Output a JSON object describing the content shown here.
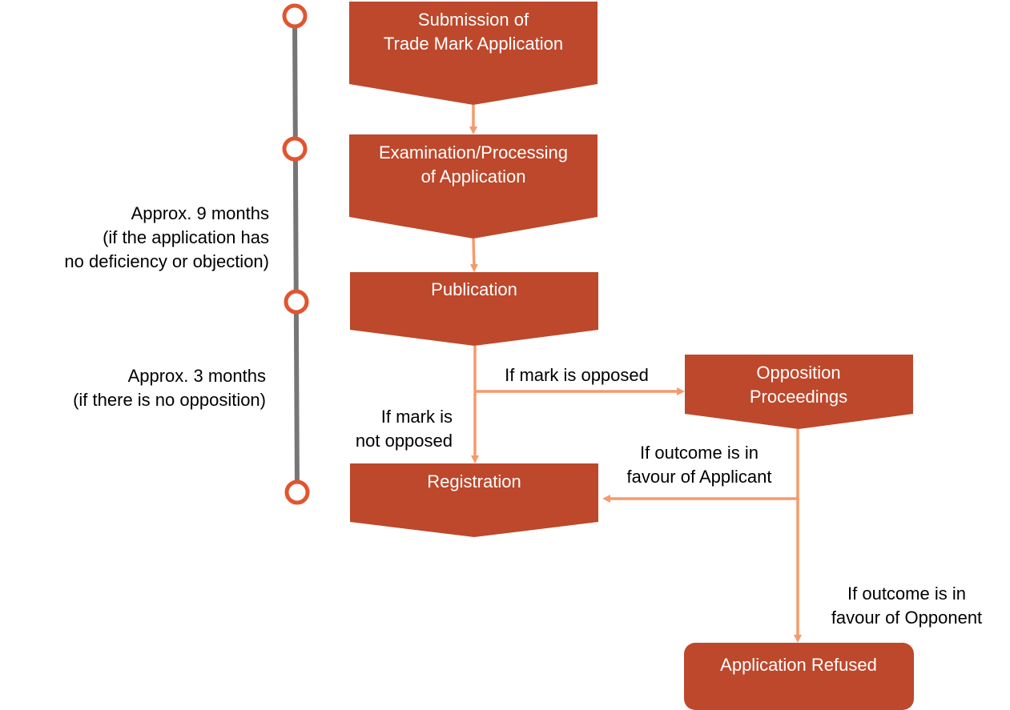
{
  "colors": {
    "box_fill": "#bd482c",
    "arrow": "#f59a6b",
    "timeline_line": "#767676",
    "timeline_node": "#e0552f"
  },
  "steps": {
    "submission": {
      "line1": "Submission of",
      "line2": "Trade Mark Application"
    },
    "examination": {
      "line1": "Examination/Processing",
      "line2": "of Application"
    },
    "publication": {
      "line1": "Publication"
    },
    "registration": {
      "line1": "Registration"
    },
    "opposition": {
      "line1": "Opposition",
      "line2": "Proceedings"
    },
    "refused": {
      "line1": "Application Refused"
    }
  },
  "timeline": {
    "segment1": {
      "line1": "Approx. 9 months",
      "line2": "(if the application has",
      "line3": "no deficiency or objection)"
    },
    "segment2": {
      "line1": "Approx. 3 months",
      "line2": "(if there is no opposition)"
    }
  },
  "edges": {
    "opposed": "If mark is opposed",
    "not_opposed": {
      "line1": "If mark is",
      "line2": "not opposed"
    },
    "favour_applicant": {
      "line1": "If outcome is in",
      "line2": "favour of Applicant"
    },
    "favour_opponent": {
      "line1": "If outcome is in",
      "line2": "favour of Opponent"
    }
  }
}
